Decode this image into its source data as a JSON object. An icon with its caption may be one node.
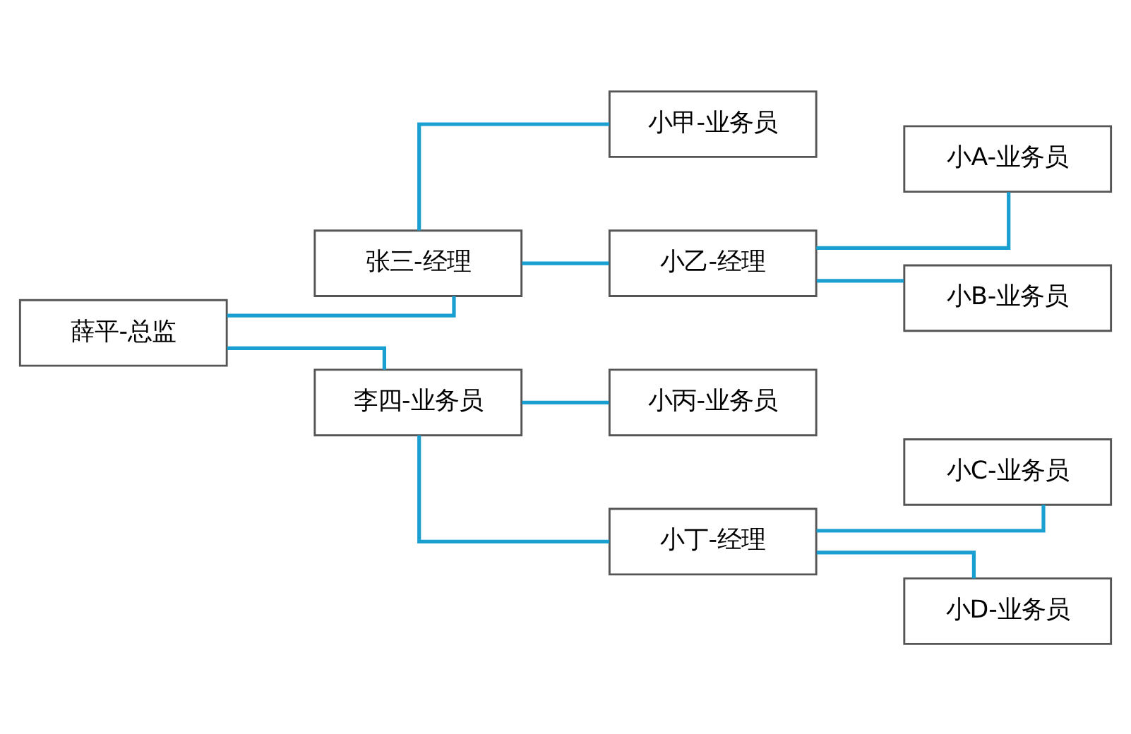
{
  "diagram": {
    "nodes": [
      {
        "text": [
          "薛平-总监"
        ]
      },
      {
        "text": [
          "张三-经理"
        ]
      },
      {
        "text": [
          "小甲-业务员"
        ]
      },
      {
        "text": [
          "小乙-经理"
        ]
      },
      {
        "text": [
          "小A-业务员"
        ]
      },
      {
        "text": [
          "小B-业务员"
        ]
      },
      {
        "text": [
          "李四-业务员"
        ]
      },
      {
        "text": [
          "小丙-业务员"
        ]
      },
      {
        "text": [
          "小丁-经理"
        ]
      },
      {
        "text": [
          "小C-业务员"
        ]
      },
      {
        "text": [
          "小D-业务员"
        ]
      }
    ],
    "edges": [
      {
        "from": 0,
        "to": 1,
        "arrow": "none"
      },
      {
        "from": 0,
        "to": 6,
        "arrow": "none"
      },
      {
        "from": 1,
        "to": 2,
        "arrow": "none"
      },
      {
        "from": 1,
        "to": 3,
        "arrow": "none"
      },
      {
        "from": 3,
        "to": 4,
        "arrow": "none"
      },
      {
        "from": 3,
        "to": 5,
        "arrow": "none"
      },
      {
        "from": 6,
        "to": 7,
        "arrow": "none"
      },
      {
        "from": 6,
        "to": 8,
        "arrow": "none"
      },
      {
        "from": 8,
        "to": 9,
        "arrow": "none"
      },
      {
        "from": 8,
        "to": 10,
        "arrow": "none"
      }
    ]
  }
}
